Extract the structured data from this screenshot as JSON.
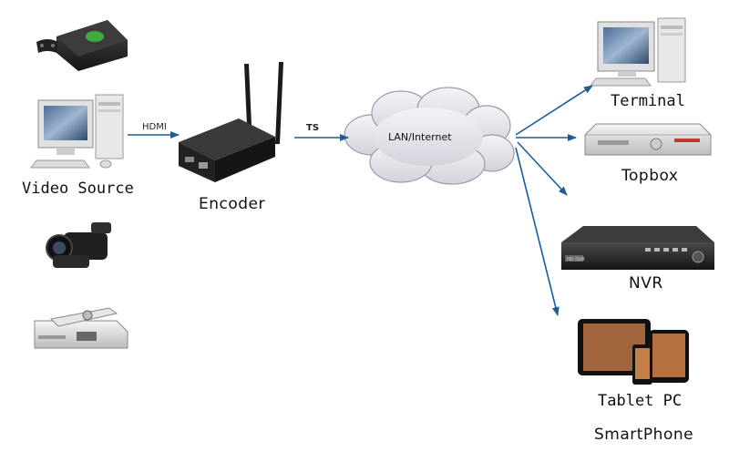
{
  "labels": {
    "video_source": "Video Source",
    "encoder": "Encoder",
    "hdmi": "HDMI",
    "ts": "TS",
    "network": "LAN/Internet",
    "terminal": "Terminal",
    "topbox": "Topbox",
    "nvr": "NVR",
    "tablet": "Tablet PC",
    "smartphone": "SmartPhone",
    "nvr_brand": "HD DVR"
  },
  "colors": {
    "arrow": "#1d5d9a",
    "cloud_fill": "#e4e4ea",
    "cloud_edge": "#9c9ca8",
    "device_dark": "#2a2a2a",
    "device_silver": "#d9d9d9"
  },
  "icons": {
    "game_console": "xbox-console-icon",
    "source_pc": "desktop-computer-icon",
    "camcorder": "camcorder-icon",
    "set_top_source": "satellite-receiver-icon",
    "encoder": "encoder-box-icon",
    "cloud": "network-cloud-icon",
    "terminal_pc": "desktop-computer-icon",
    "topbox": "set-top-box-icon",
    "nvr": "nvr-recorder-icon",
    "tablet": "tablet-and-phone-icon"
  }
}
